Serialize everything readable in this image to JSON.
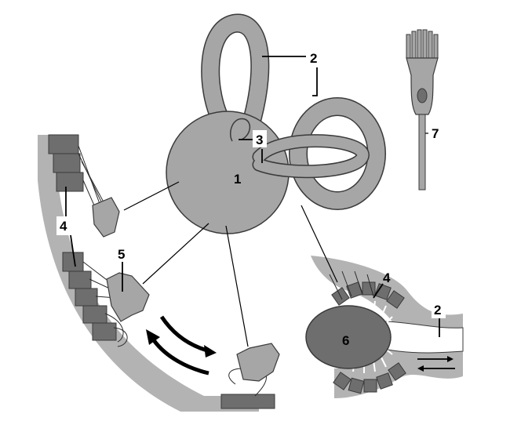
{
  "labels": {
    "l1": "1",
    "l2_top": "2",
    "l3": "3",
    "l4_left": "4",
    "l5": "5",
    "l4_right": "4",
    "l2_right": "2",
    "l6": "6",
    "l7": "7"
  },
  "colors": {
    "tissue": "#a6a6a6",
    "cell_dark": "#5a5a5a",
    "cell_mid": "#7d7d7d",
    "outline": "#3a3a3a",
    "background": "#ffffff"
  }
}
